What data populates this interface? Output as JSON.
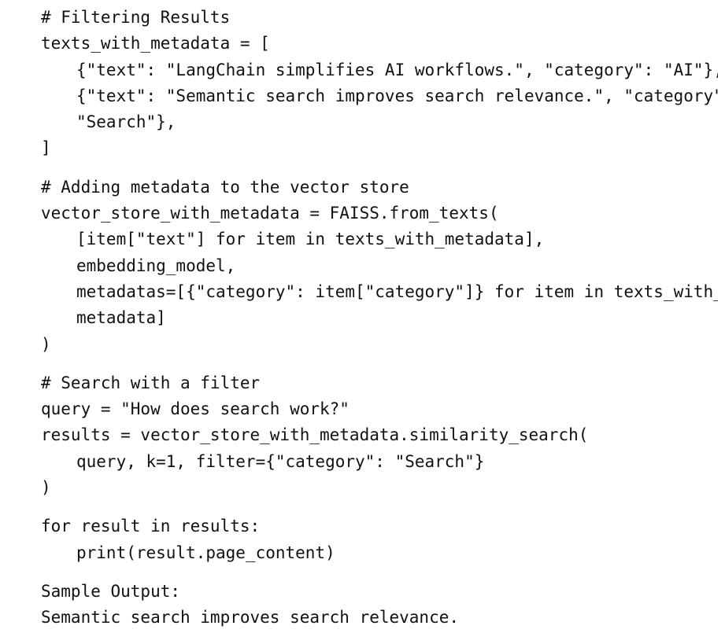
{
  "blocks": [
    {
      "lines": [
        {
          "text": "# Filtering Results",
          "indent": 0
        },
        {
          "text": "texts_with_metadata = [",
          "indent": 0
        },
        {
          "text": "{\"text\": \"LangChain simplifies AI workflows.\", \"category\": \"AI\"},",
          "indent": 1
        },
        {
          "text": "{\"text\": \"Semantic search improves search relevance.\", \"category\":",
          "indent": 1
        },
        {
          "text": "\"Search\"},",
          "indent": 1
        },
        {
          "text": "]",
          "indent": 0
        }
      ]
    },
    {
      "lines": [
        {
          "text": "# Adding metadata to the vector store",
          "indent": 0
        },
        {
          "text": "vector_store_with_metadata = FAISS.from_texts(",
          "indent": 0
        },
        {
          "text": "[item[\"text\"] for item in texts_with_metadata],",
          "indent": 1
        },
        {
          "text": "embedding_model,",
          "indent": 1
        },
        {
          "text": "metadatas=[{\"category\": item[\"category\"]} for item in texts_with_",
          "indent": 1
        },
        {
          "text": "metadata]",
          "indent": 1
        },
        {
          "text": ")",
          "indent": 0
        }
      ]
    },
    {
      "lines": [
        {
          "text": "# Search with a filter",
          "indent": 0
        },
        {
          "text": "query = \"How does search work?\"",
          "indent": 0
        },
        {
          "text": "results = vector_store_with_metadata.similarity_search(",
          "indent": 0
        },
        {
          "text": "query, k=1, filter={\"category\": \"Search\"}",
          "indent": 1
        },
        {
          "text": ")",
          "indent": 0
        }
      ]
    },
    {
      "lines": [
        {
          "text": "for result in results:",
          "indent": 0
        },
        {
          "text": "print(result.page_content)",
          "indent": 1
        }
      ]
    },
    {
      "lines": [
        {
          "text": "Sample Output:",
          "indent": 0
        },
        {
          "text": "Semantic search improves search relevance.",
          "indent": 0
        }
      ]
    }
  ]
}
